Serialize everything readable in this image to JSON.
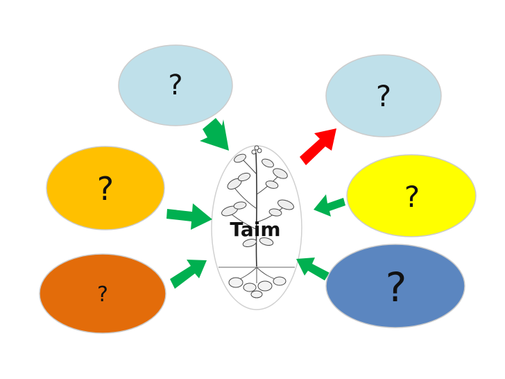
{
  "center": {
    "label": "Taim",
    "illustration": "potato-plant-drawing"
  },
  "nodes": [
    {
      "id": "top-left",
      "label": "?",
      "color": "#bfe0ea"
    },
    {
      "id": "top-right",
      "label": "?",
      "color": "#bfe0ea"
    },
    {
      "id": "mid-left",
      "label": "?",
      "color": "#ffc000"
    },
    {
      "id": "mid-right",
      "label": "?",
      "color": "#ffff00"
    },
    {
      "id": "bottom-left",
      "label": "?",
      "color": "#e36c0a"
    },
    {
      "id": "bottom-right",
      "label": "?",
      "color": "#5b86c0"
    }
  ],
  "arrows": [
    {
      "from": "top-left",
      "direction": "in",
      "color": "#00b050"
    },
    {
      "from": "top-right",
      "direction": "out",
      "color": "#ff0000"
    },
    {
      "from": "mid-left",
      "direction": "in",
      "color": "#00b050"
    },
    {
      "from": "mid-right",
      "direction": "in",
      "color": "#00b050"
    },
    {
      "from": "bottom-left",
      "direction": "in",
      "color": "#00b050"
    },
    {
      "from": "bottom-right",
      "direction": "in",
      "color": "#00b050"
    }
  ]
}
